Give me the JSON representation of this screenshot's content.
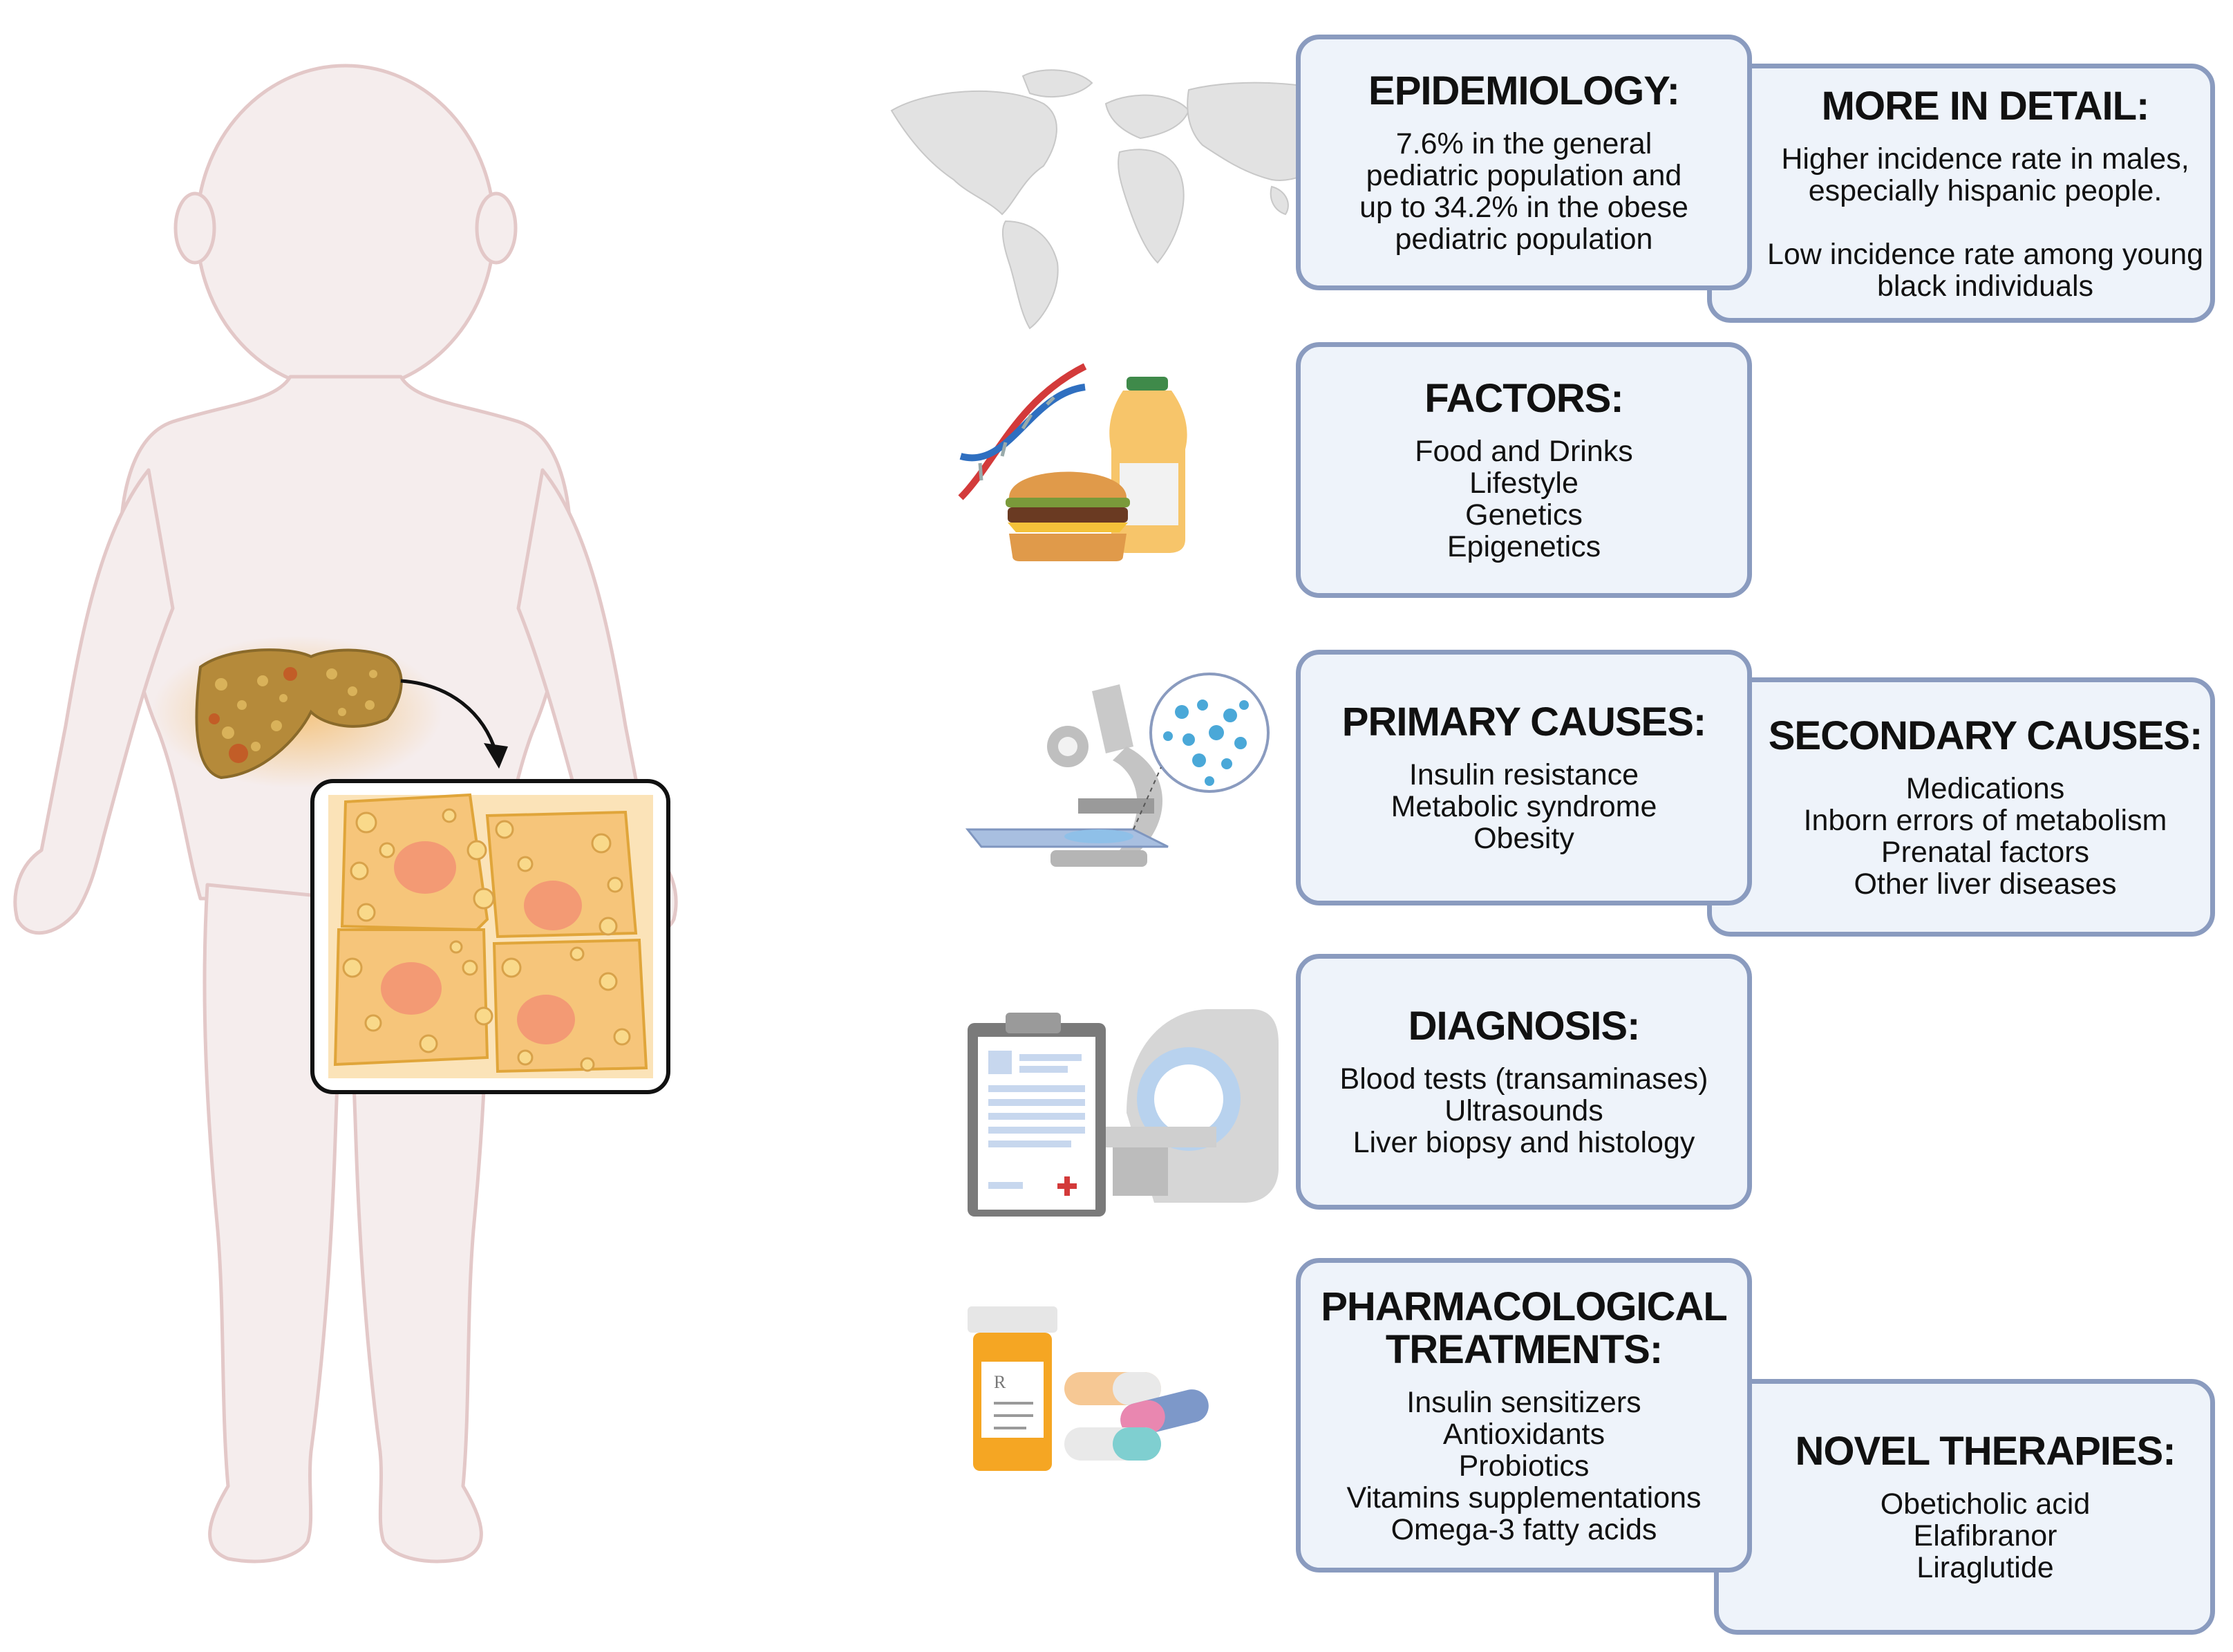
{
  "epidemiology": {
    "title": "EPIDEMIOLOGY:",
    "lines": [
      "7.6% in the general",
      "pediatric population and",
      "up to 34.2% in the obese",
      "pediatric population"
    ]
  },
  "more_in_detail": {
    "title": "MORE IN DETAIL:",
    "para1": [
      "Higher incidence rate in males,",
      "especially hispanic people."
    ],
    "para2": [
      "Low incidence rate among young",
      "black individuals"
    ]
  },
  "factors": {
    "title": "FACTORS:",
    "lines": [
      "Food and Drinks",
      "Lifestyle",
      "Genetics",
      "Epigenetics"
    ]
  },
  "primary_causes": {
    "title": "PRIMARY CAUSES:",
    "lines": [
      "Insulin resistance",
      "Metabolic syndrome",
      "Obesity"
    ]
  },
  "secondary_causes": {
    "title": "SECONDARY CAUSES:",
    "lines": [
      "Medications",
      "Inborn errors of metabolism",
      "Prenatal factors",
      "Other liver diseases"
    ]
  },
  "diagnosis": {
    "title": "DIAGNOSIS:",
    "lines": [
      "Blood tests (transaminases)",
      "Ultrasounds",
      "Liver biopsy and histology"
    ]
  },
  "pharmacological": {
    "title_line1": "PHARMACOLOGICAL",
    "title_line2": "TREATMENTS:",
    "lines": [
      "Insulin sensitizers",
      "Antioxidants",
      "Probiotics",
      "Vitamins supplementations",
      "Omega-3 fatty acids"
    ]
  },
  "novel_therapies": {
    "title": "NOVEL THERAPIES:",
    "lines": [
      "Obeticholic acid",
      "Elafibranor",
      "Liraglutide"
    ]
  },
  "icons": [
    "child-body-illustration",
    "fatty-liver-icon",
    "hepatocyte-zoom-icon",
    "world-map-icon",
    "dna-burger-drink-icon",
    "microscope-icon",
    "clipboard-mri-icon",
    "pill-bottle-capsules-icon"
  ],
  "colors": {
    "box_fill": "#eef3fa",
    "box_border": "#8a9bbf",
    "liver": "#b58a3a",
    "cells": "#f6c57a"
  }
}
